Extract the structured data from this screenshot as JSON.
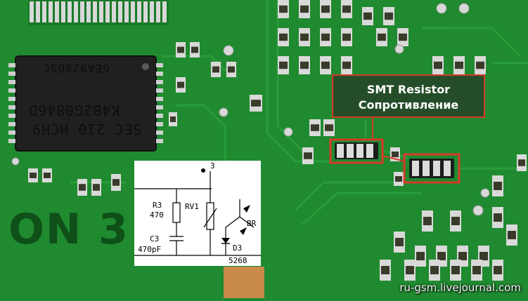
{
  "callout": {
    "line1": "SMT Resistor",
    "line2": "Сопротивление"
  },
  "watermark": "ru-gsm.livejournal.com",
  "chip": {
    "line1": "GEA920DSC",
    "line2": "K4B2G0846D",
    "line3": "SEC 210 HCH9"
  },
  "board_print": "ON 3",
  "schematic": {
    "node": "3",
    "r3_name": "R3",
    "r3_value": "470",
    "rv1": "RV1",
    "c3_name": "C3",
    "c3_value": "470pF",
    "br": "BR",
    "d3": "D3",
    "part": "5268"
  },
  "colors": {
    "pcb": "#1f8a2f",
    "highlight": "#d73a2a",
    "chip": "#202020"
  }
}
